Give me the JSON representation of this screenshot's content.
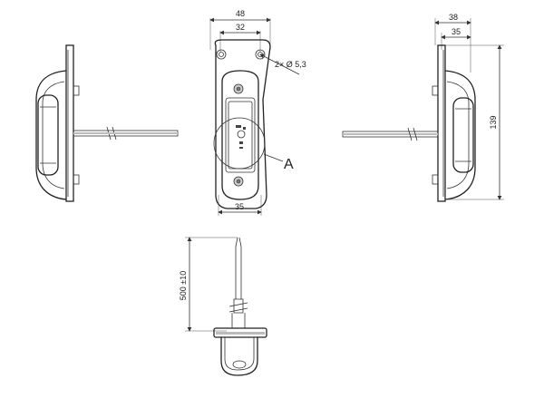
{
  "dimensions": {
    "front_width_top": "48",
    "hole_spacing": "32",
    "holes": "2× Ø 5,3",
    "front_width_bottom": "35",
    "detail_label": "A",
    "side_depth_total": "38",
    "side_depth_body": "35",
    "side_height": "139",
    "cable_length": "500 ±10"
  }
}
